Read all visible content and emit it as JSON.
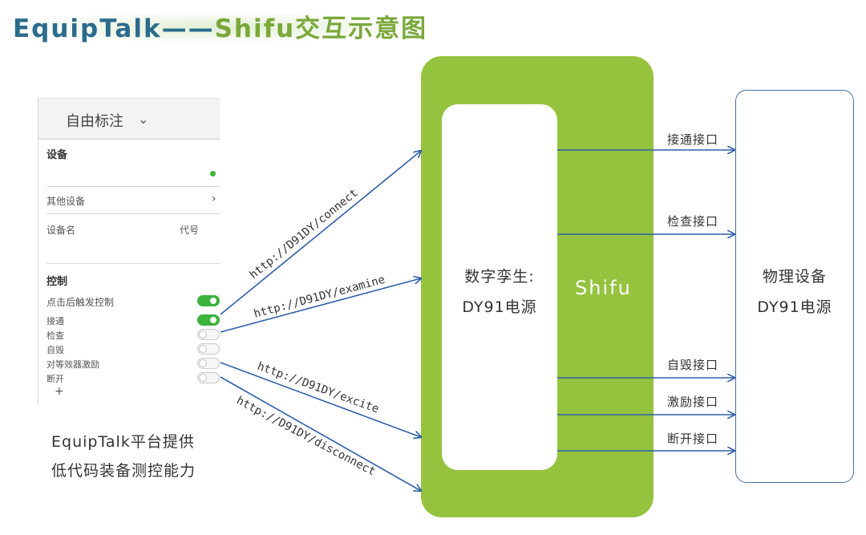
{
  "title": {
    "part_a": "EquipTalk",
    "separator": "——",
    "part_b": "Shifu交互示意图"
  },
  "panel": {
    "mode_label": "自由标注",
    "device_section": "设备",
    "other_devices": "其他设备",
    "device_name_label": "设备名",
    "code_label": "代号",
    "control_section": "控制",
    "controls": [
      {
        "label": "点击后触发控制",
        "on": true
      },
      {
        "label": "接通",
        "on": true
      },
      {
        "label": "检查",
        "on": false
      },
      {
        "label": "自毁",
        "on": false
      },
      {
        "label": "对等效器激励",
        "on": false
      },
      {
        "label": "断开",
        "on": false
      }
    ],
    "add_label": "+"
  },
  "caption": {
    "line1": "EquipTalk平台提供",
    "line2": "低代码装备测控能力"
  },
  "urls": {
    "connect": "http://D91DY/connect",
    "examine": "http://D91DY/examine",
    "excite": "http://D91DY/excite",
    "disconnect": "http://D91DY/disconnect"
  },
  "twin": {
    "line1": "数字孪生:",
    "line2": "DY91电源"
  },
  "shifu_label": "Shifu",
  "device": {
    "line1": "物理设备",
    "line2": "DY91电源"
  },
  "interfaces": [
    "接通接口",
    "检查接口",
    "自毁接口",
    "激励接口",
    "断开接口"
  ],
  "colors": {
    "shifu_green": "#95c33e",
    "arrow_blue": "#2f5fa8",
    "toggle_green": "#3cb33c",
    "title_blue": "#2b6b8c",
    "title_green": "#7aa83a"
  }
}
